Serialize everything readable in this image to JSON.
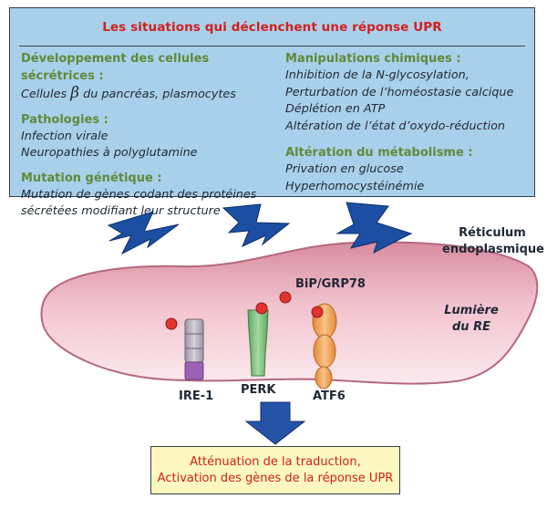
{
  "top_box": {
    "title": "Les situations qui déclenchent une réponse UPR",
    "left_column": [
      {
        "category": "Développement des cellules sécrétrices :",
        "items": [
          "Cellules β du pancréas, plasmocytes"
        ]
      },
      {
        "category": "Pathologies :",
        "items": [
          "Infection virale",
          "Neuropathies à polyglutamine"
        ]
      },
      {
        "category": "Mutation génétique :",
        "items": [
          "Mutation de gènes codant des protéines",
          "sécrétées modifiant leur structure"
        ]
      }
    ],
    "right_column": [
      {
        "category": "Manipulations chimiques :",
        "items": [
          "Inhibition de la N-glycosylation,",
          "Perturbation de l’homéostasie calcique",
          "Déplétion en ATP",
          "Altération de l’état d’oxydo-réduction"
        ]
      },
      {
        "category": "Altération du métabolisme :",
        "items": [
          "Privation en glucose",
          "Hyperhomocystéinémie"
        ]
      }
    ]
  },
  "diagram_labels": {
    "reticulum": [
      "Réticulum",
      "endoplasmique"
    ],
    "lumen": [
      "Lumière",
      "du RE"
    ],
    "bip": "BiP/GRP78",
    "ire1": "IRE-1",
    "perk": "PERK",
    "atf6": "ATF6"
  },
  "bottom_box": {
    "lines": [
      "Atténuation de la traduction,",
      "Activation des gènes de la réponse UPR"
    ]
  },
  "colors": {
    "top_box_fill": "#a9d0ea",
    "title_red": "#d21f1f",
    "category_green": "#5f8a3a",
    "er_pink": "#e8a6b7",
    "er_border": "#b5687f",
    "lightning_blue": "#1c4fa3",
    "perk_green": "#7fc47e",
    "atf6_orange": "#f3a452",
    "ire1_gray": "#b9b2bd",
    "ire1_purple": "#9a62b5",
    "bip_red": "#e3322f",
    "arrow_blue": "#2453a8",
    "bottom_box_fill": "#fbf7bf"
  }
}
